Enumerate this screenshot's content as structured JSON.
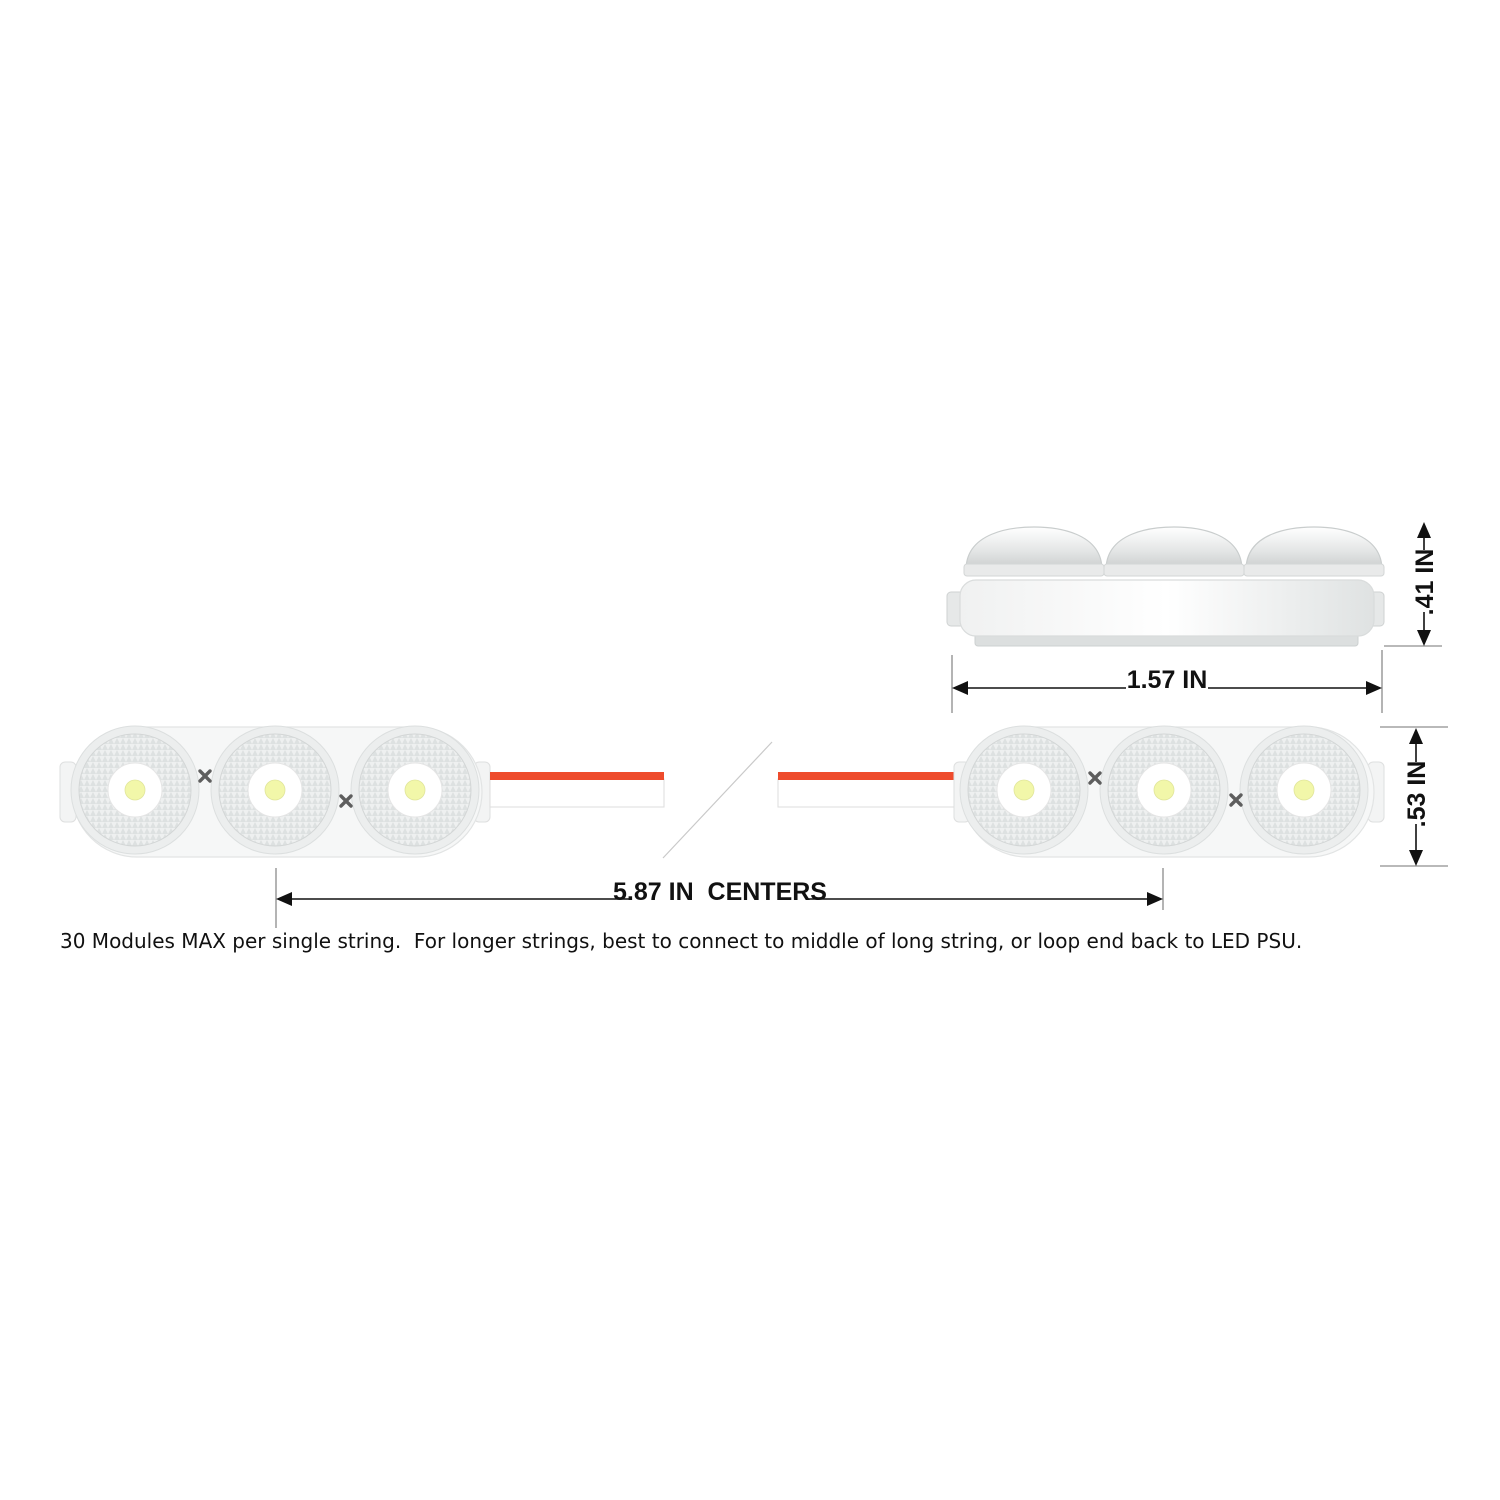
{
  "dimensions": {
    "centers": "5.87 IN  CENTERS",
    "width": "1.57 IN",
    "module_height": ".53 IN",
    "side_height": ".41 IN"
  },
  "note": "30 Modules MAX per single string.  For longer strings, best to connect to middle of long string, or loop end back to LED PSU.",
  "colors": {
    "wire_positive": "#ee4b2c",
    "wire_negative": "#ffffff",
    "module_body": "#f6f7f7",
    "led": "#f2f7a9"
  },
  "modules": [
    {
      "leds": 3
    },
    {
      "leds": 3
    }
  ]
}
